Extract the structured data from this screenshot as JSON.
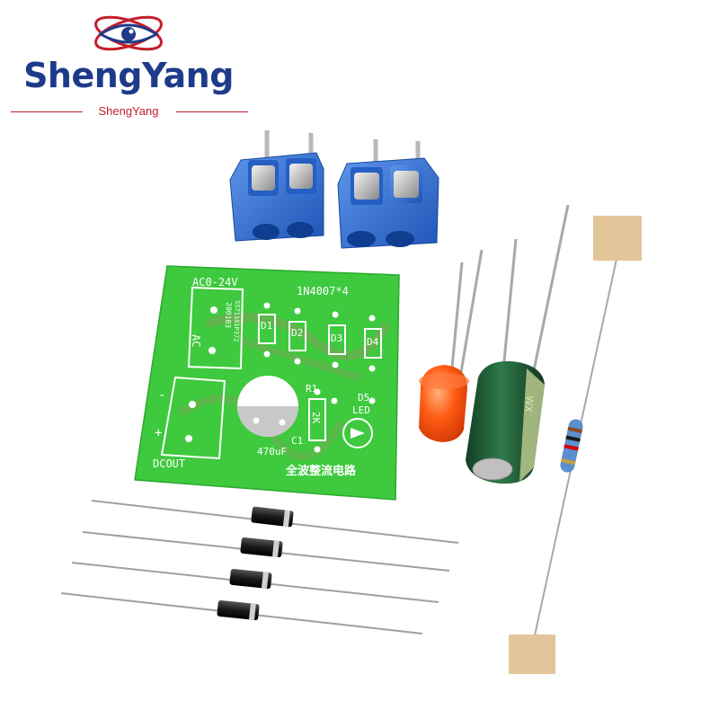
{
  "brand": {
    "name": "ShengYang",
    "tagline": "ShengYang"
  },
  "pcb": {
    "input_label": "AC0-24V",
    "diode_spec": "1N4007*4",
    "ac_label": "AC",
    "date_code": "200103",
    "part_code": "SS71181P372",
    "d1": "D1",
    "d2": "D2",
    "d3": "D3",
    "d4": "D4",
    "r1": "R1",
    "resistor_value": "2K",
    "d5": "D5",
    "led_label": "LED",
    "c1": "C1",
    "cap_value": "470uF",
    "minus": "-",
    "plus": "+",
    "output_label": "DCOUT",
    "title_cn": "全波整流电路"
  },
  "capacitor": {
    "marking": "WX"
  },
  "colors": {
    "brand_blue": "#1e3a8a",
    "brand_red": "#c41e2a",
    "pcb_green": "#3ec93e",
    "terminal_blue": "#2f6fd6",
    "led_orange": "#ff5a14",
    "capacitor_green": "#1f5a35",
    "resistor_blue": "#5c8fcf"
  }
}
